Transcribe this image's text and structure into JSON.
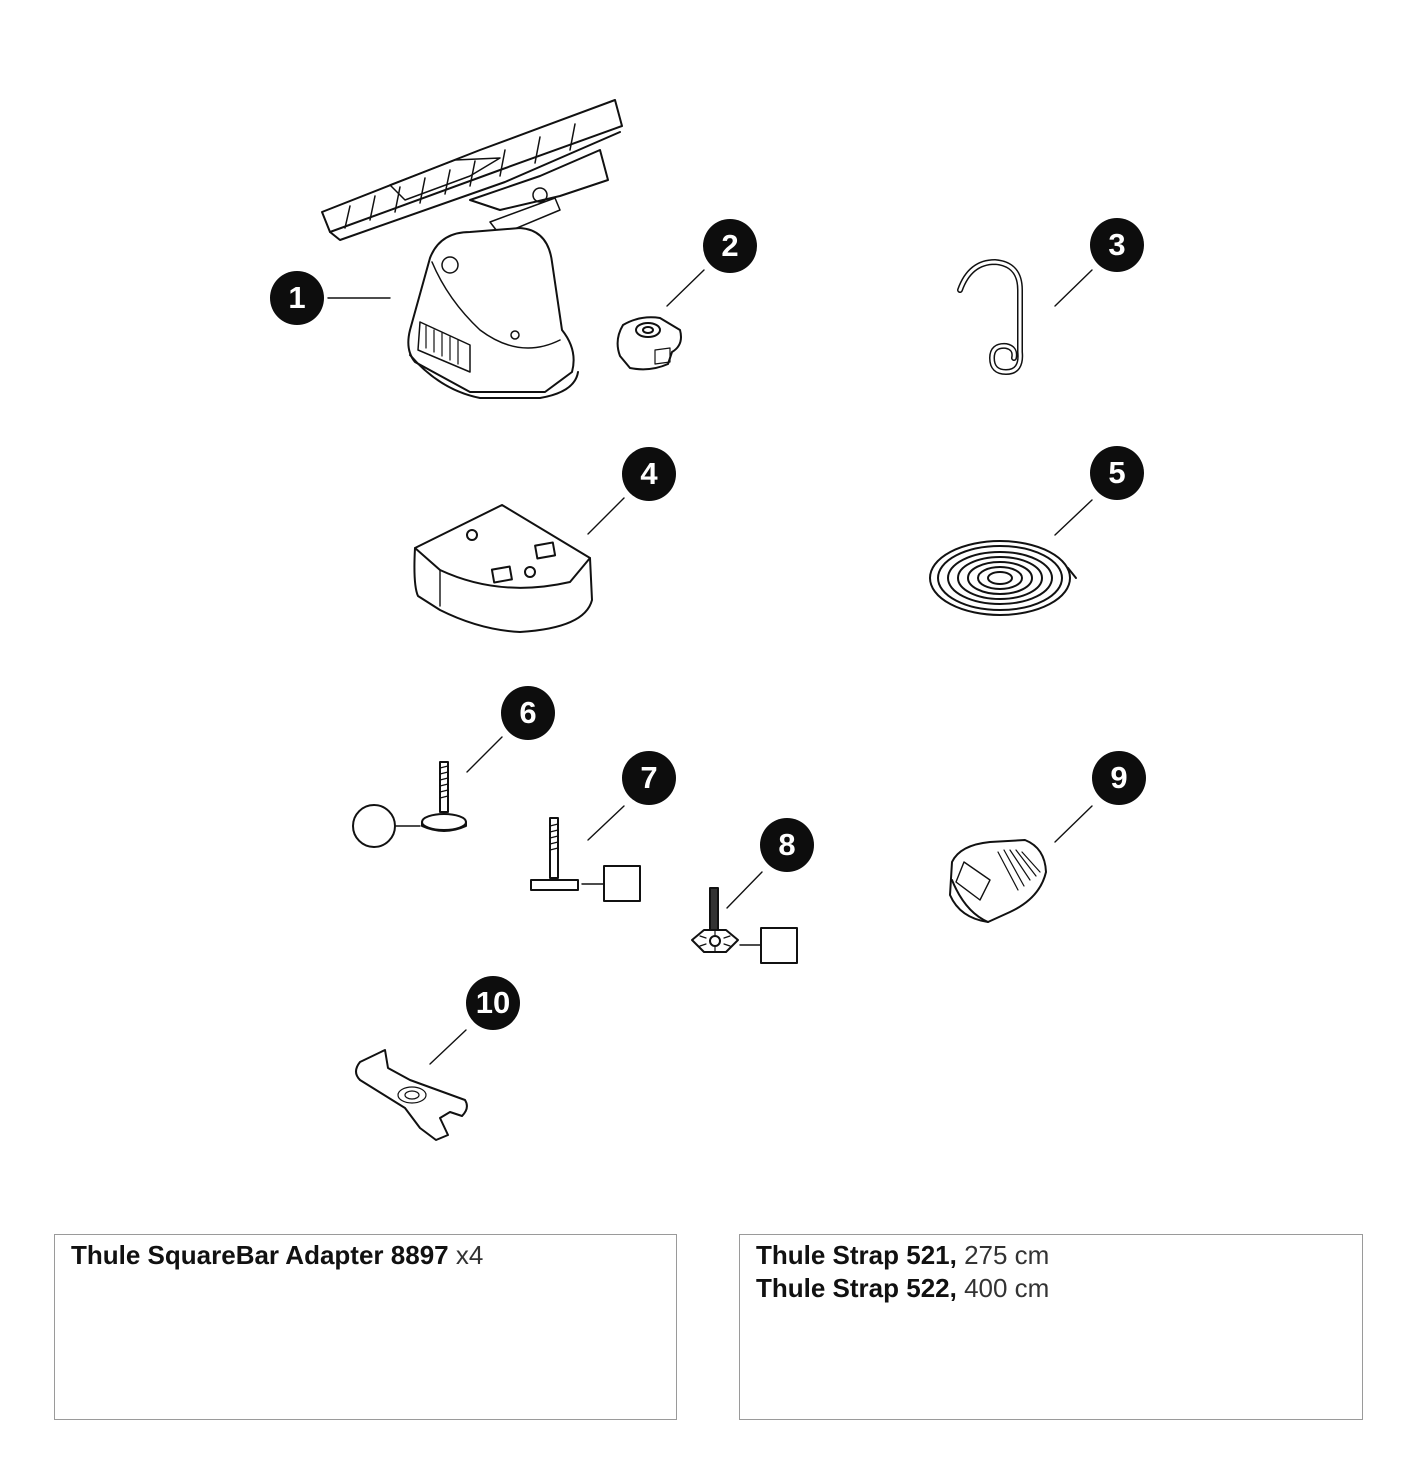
{
  "callouts": [
    "1",
    "2",
    "3",
    "4",
    "5",
    "6",
    "7",
    "8",
    "9",
    "10"
  ],
  "accessory_boxes": {
    "adapter": {
      "name": "Thule SquareBar Adapter 8897",
      "qty": "x4"
    },
    "strap": {
      "line1_name": "Thule Strap 521,",
      "line1_length": "275 cm",
      "line2_name": "Thule Strap 522,",
      "line2_length": "400 cm"
    }
  },
  "colors": {
    "ink": "#111111",
    "badge": "#0d0d0d",
    "frame": "#9a9a9a",
    "paper": "#ffffff"
  }
}
